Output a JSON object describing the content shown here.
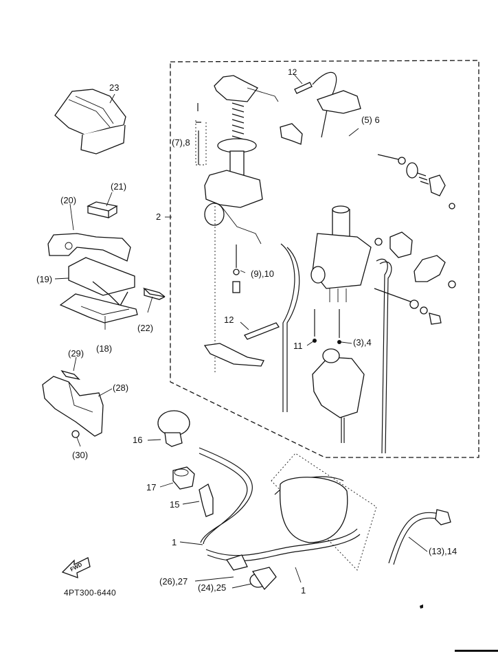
{
  "diagram": {
    "title": "Carburetor exploded parts diagram",
    "reference_code": "4PT300-6440",
    "direction_marker": "FWD",
    "callouts": [
      {
        "id": "c23",
        "text": "23"
      },
      {
        "id": "c21",
        "text": "(21)"
      },
      {
        "id": "c20",
        "text": "(20)"
      },
      {
        "id": "c19",
        "text": "(19)"
      },
      {
        "id": "c22",
        "text": "(22)"
      },
      {
        "id": "c18",
        "text": "(18)"
      },
      {
        "id": "c29",
        "text": "(29)"
      },
      {
        "id": "c28",
        "text": "(28)"
      },
      {
        "id": "c30",
        "text": "(30)"
      },
      {
        "id": "c2",
        "text": "2"
      },
      {
        "id": "c7_8",
        "text": "(7),8"
      },
      {
        "id": "c12a",
        "text": "12"
      },
      {
        "id": "c5_6",
        "text": "(5) 6"
      },
      {
        "id": "c9_10",
        "text": "(9),10"
      },
      {
        "id": "c12b",
        "text": "12"
      },
      {
        "id": "c11",
        "text": "11"
      },
      {
        "id": "c3_4",
        "text": "(3),4"
      },
      {
        "id": "c16",
        "text": "16"
      },
      {
        "id": "c17",
        "text": "17"
      },
      {
        "id": "c15",
        "text": "15"
      },
      {
        "id": "c1a",
        "text": "1"
      },
      {
        "id": "c26_27",
        "text": "(26),27"
      },
      {
        "id": "c24_25",
        "text": "(24),25"
      },
      {
        "id": "c1b",
        "text": "1"
      },
      {
        "id": "c13_14",
        "text": "(13),14"
      }
    ]
  }
}
